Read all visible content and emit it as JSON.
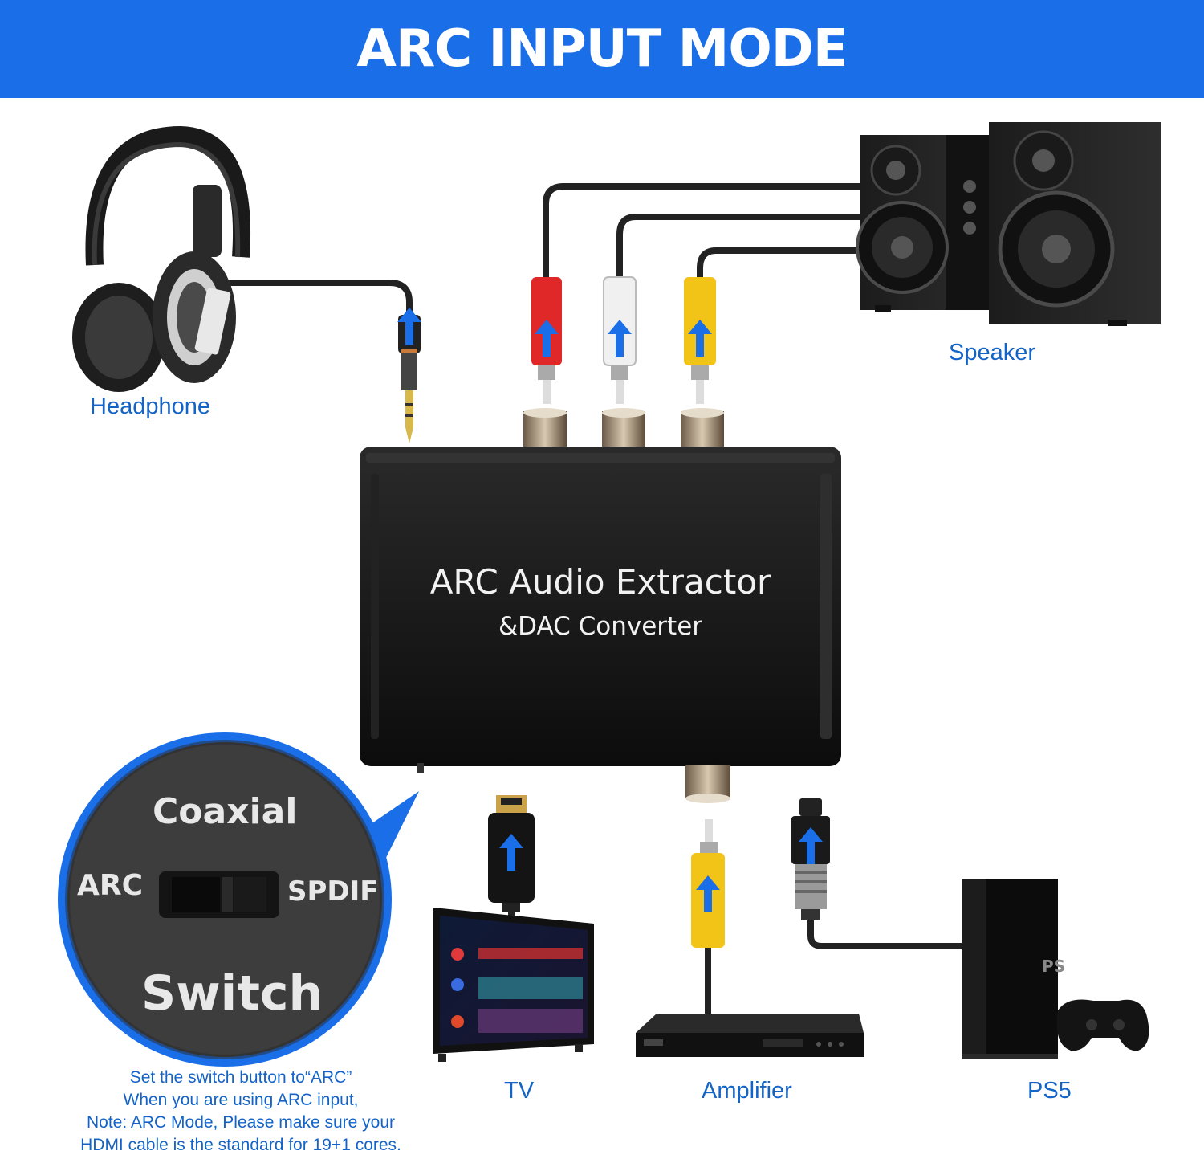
{
  "banner": {
    "title": "ARC INPUT MODE",
    "bg_color": "#1a6ee8"
  },
  "colors": {
    "label": "#1464c8",
    "arrow": "#1a6ee8",
    "device": "#151515"
  },
  "device": {
    "title": "ARC Audio Extractor",
    "subtitle": "&DAC Converter"
  },
  "labels": {
    "headphone": "Headphone",
    "speaker": "Speaker",
    "tv": "TV",
    "amplifier": "Amplifier",
    "ps5": "PS5"
  },
  "zoom": {
    "top": "Coaxial",
    "left": "ARC",
    "right": "SPDIF",
    "bottom": "Switch"
  },
  "note": {
    "line1": "Set the switch button to“ARC”",
    "line2": "When you are using ARC input,",
    "line3": "Note: ARC Mode, Please make sure your",
    "line4": "HDMI cable is the standard for 19+1 cores."
  },
  "icons": [
    "headphone-icon",
    "speaker-icon",
    "tv-icon",
    "amplifier-icon",
    "ps5-icon",
    "controller-icon",
    "hdmi-plug-icon",
    "rca-plug-icon",
    "optical-plug-icon",
    "audio-jack-icon",
    "arrow-up-icon"
  ]
}
